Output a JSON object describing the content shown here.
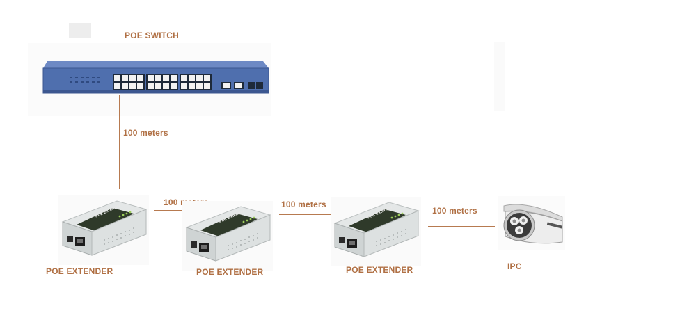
{
  "switch": {
    "label": "POE SWITCH"
  },
  "links": [
    {
      "label": "100 meters"
    },
    {
      "label": "100 meters"
    },
    {
      "label": "100 meters"
    },
    {
      "label": "100 meters"
    }
  ],
  "extenders": [
    {
      "label": "POE EXTENDER",
      "device_text": "PoE Extender"
    },
    {
      "label": "POE EXTENDER",
      "device_text": "PoE Extender"
    },
    {
      "label": "POE EXTENDER",
      "device_text": "PoE Extender"
    }
  ],
  "camera": {
    "label": "IPC"
  },
  "colors": {
    "label": "#b07044",
    "connector": "#b77a50",
    "switch_body": "#4f6fae",
    "extender_body": "#d8dcdc",
    "extender_panel": "#2f3a2a"
  }
}
